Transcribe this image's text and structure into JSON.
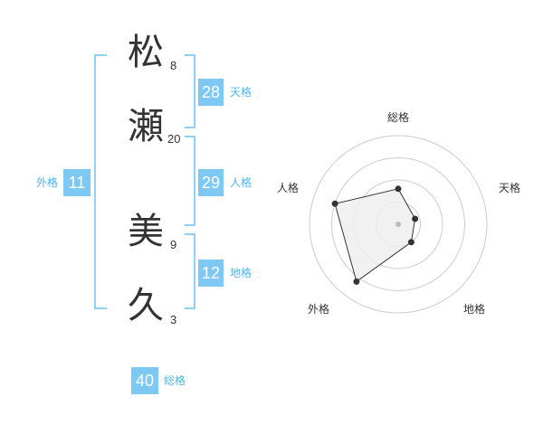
{
  "name": {
    "chars": [
      {
        "char": "松",
        "strokes": "8"
      },
      {
        "char": "瀬",
        "strokes": "20"
      },
      {
        "char": "美",
        "strokes": "9"
      },
      {
        "char": "久",
        "strokes": "3"
      }
    ]
  },
  "fortune": {
    "tenkaku": {
      "value": "28",
      "label": "天格"
    },
    "jinkaku": {
      "value": "29",
      "label": "人格"
    },
    "chikaku": {
      "value": "12",
      "label": "地格"
    },
    "gaikaku": {
      "value": "11",
      "label": "外格"
    },
    "soukaku": {
      "value": "40",
      "label": "総格"
    }
  },
  "radar": {
    "axes": [
      "総格",
      "天格",
      "地格",
      "外格",
      "人格"
    ],
    "levels": 4,
    "values": [
      0.4,
      0.2,
      0.25,
      0.8,
      0.75
    ],
    "fill_color": "#efefef",
    "line_color": "#333333",
    "ring_color": "#cccccc"
  }
}
